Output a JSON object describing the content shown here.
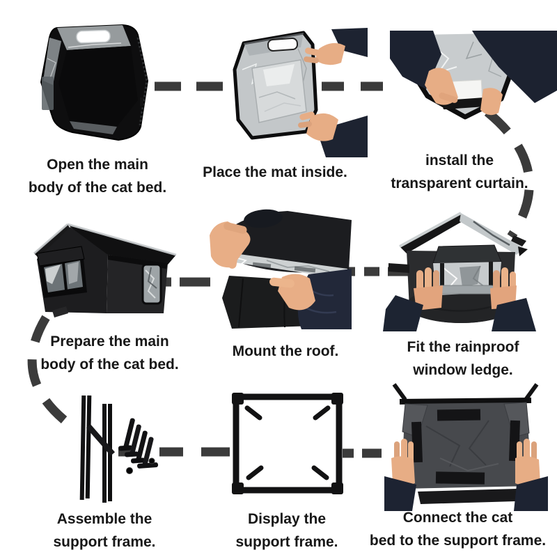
{
  "page": {
    "background": "#ffffff",
    "description_names": "cat-bed-assembly-instructions"
  },
  "palette": {
    "dash_connector": "#3b3b3b",
    "caption_text": "#171717",
    "fabric_black": "#151517",
    "foil_silver": "#c7cbcd",
    "sleeve_navy": "#1d2432",
    "skin": "#e7ad85"
  },
  "flow": {
    "style": "dashed",
    "order": "serpentine left-to-right, down right side, and down left side"
  },
  "steps": [
    {
      "id": 1,
      "illustration": "open-cat-bed-body-photo",
      "caption": [
        "Open the main",
        "body of the cat bed."
      ]
    },
    {
      "id": 2,
      "illustration": "place-mat-inside-photo",
      "caption": [
        "Place the mat inside."
      ]
    },
    {
      "id": 3,
      "illustration": "install-transparent-curtain-photo",
      "caption": [
        "install the",
        "transparent curtain."
      ]
    },
    {
      "id": 4,
      "illustration": "prepare-main-body-photo",
      "caption": [
        "Prepare the main",
        "body of the cat bed."
      ]
    },
    {
      "id": 5,
      "illustration": "mount-roof-photo",
      "caption": [
        "Mount the roof."
      ]
    },
    {
      "id": 6,
      "illustration": "fit-rainproof-window-ledge-photo",
      "caption": [
        "Fit the rainproof",
        "window ledge."
      ]
    },
    {
      "id": 7,
      "illustration": "assemble-support-frame-photo",
      "caption": [
        "Assemble the",
        "support frame."
      ]
    },
    {
      "id": 8,
      "illustration": "display-support-frame-photo",
      "caption": [
        "Display the",
        "support frame."
      ]
    },
    {
      "id": 9,
      "illustration": "connect-bed-to-frame-photo",
      "caption": [
        "Connect the cat",
        "bed to the support frame."
      ]
    }
  ]
}
